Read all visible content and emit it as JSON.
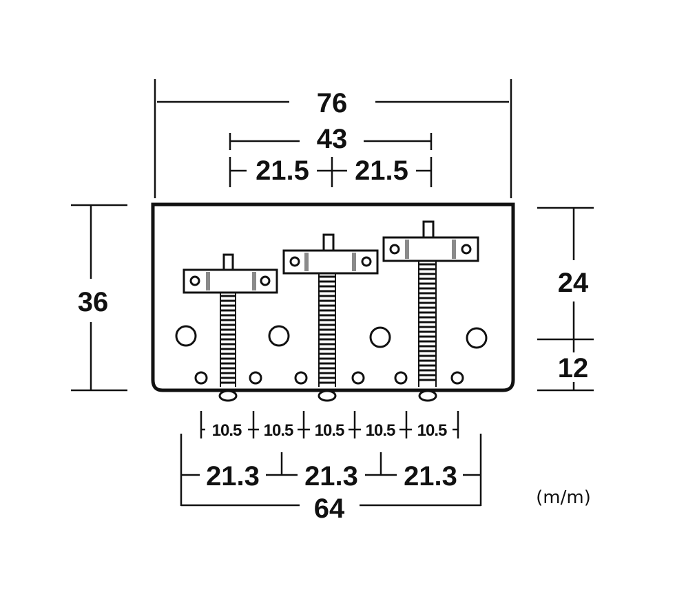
{
  "dimensions": {
    "overall_width": "76",
    "saddle_span": "43",
    "half_span_left": "21.5",
    "half_span_right": "21.5",
    "height_total": "36",
    "height_upper": "24",
    "height_lower": "12",
    "string_gap_1": "10.5",
    "string_gap_2": "10.5",
    "string_gap_3": "10.5",
    "string_gap_4": "10.5",
    "string_gap_5": "10.5",
    "screw_spacing_1": "21.3",
    "screw_spacing_2": "21.3",
    "screw_spacing_3": "21.3",
    "base_width": "64"
  },
  "unit_label": "(m/m)",
  "colors": {
    "line": "#111111",
    "saddle_band": "#8a8a8a",
    "background": "#ffffff"
  }
}
